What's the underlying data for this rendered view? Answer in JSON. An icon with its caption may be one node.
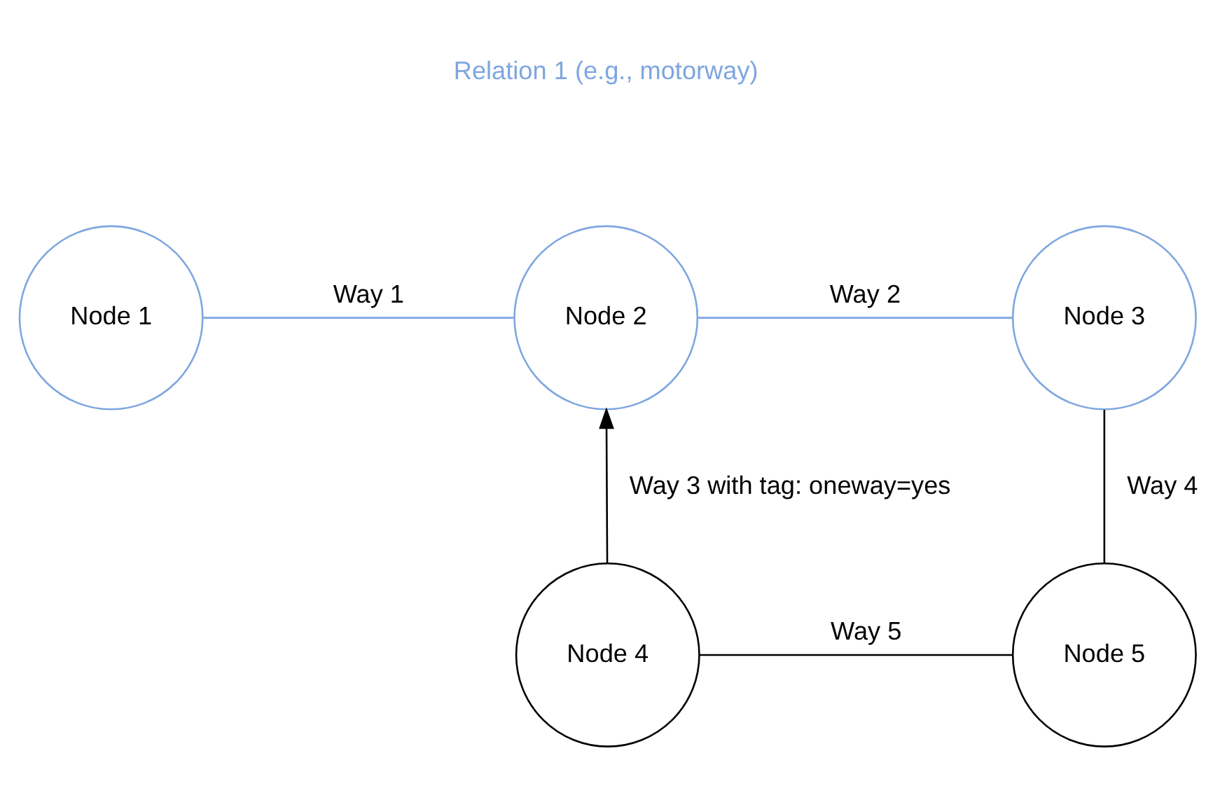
{
  "diagram": {
    "nodes": [
      {
        "text": [
          "Node 1"
        ]
      },
      {
        "text": [
          "Node 2"
        ]
      },
      {
        "text": [
          "Node 3"
        ]
      },
      {
        "text": [
          "Node 4"
        ]
      },
      {
        "text": [
          "Node 5"
        ]
      }
    ],
    "edges": [
      {
        "from": 0,
        "to": 1,
        "arrow": "none",
        "label": "Way 1",
        "color": "#7ea6e0"
      },
      {
        "from": 1,
        "to": 2,
        "arrow": "none",
        "label": "Way 2",
        "color": "#7ea6e0"
      },
      {
        "from": 3,
        "to": 1,
        "arrow": "to",
        "label": "Way 3 with tag: oneway=yes"
      },
      {
        "from": 2,
        "to": 4,
        "arrow": "none",
        "label": "Way 4"
      },
      {
        "from": 3,
        "to": 4,
        "arrow": "none",
        "label": "Way 5"
      }
    ],
    "labels": [
      "Relation 1 (e.g., motorway)"
    ]
  }
}
